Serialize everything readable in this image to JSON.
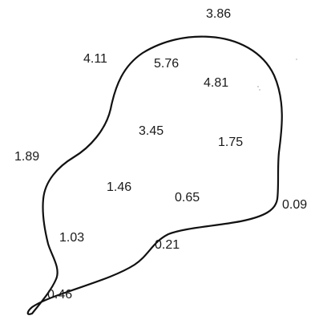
{
  "region": {
    "outline_color": "#111111",
    "inside_values": [
      {
        "id": "v1",
        "text": "5.76"
      },
      {
        "id": "v2",
        "text": "4.81"
      },
      {
        "id": "v3",
        "text": "3.45"
      },
      {
        "id": "v4",
        "text": "1.75"
      },
      {
        "id": "v5",
        "text": "1.46"
      },
      {
        "id": "v6",
        "text": "0.65"
      },
      {
        "id": "v7",
        "text": "1.03"
      },
      {
        "id": "v8",
        "text": "0.46"
      }
    ],
    "outside_values": [
      {
        "id": "o1",
        "text": "3.86"
      },
      {
        "id": "o2",
        "text": "4.11"
      },
      {
        "id": "o3",
        "text": "1.89"
      },
      {
        "id": "o4",
        "text": "0.09"
      },
      {
        "id": "o5",
        "text": "0.21"
      }
    ]
  }
}
